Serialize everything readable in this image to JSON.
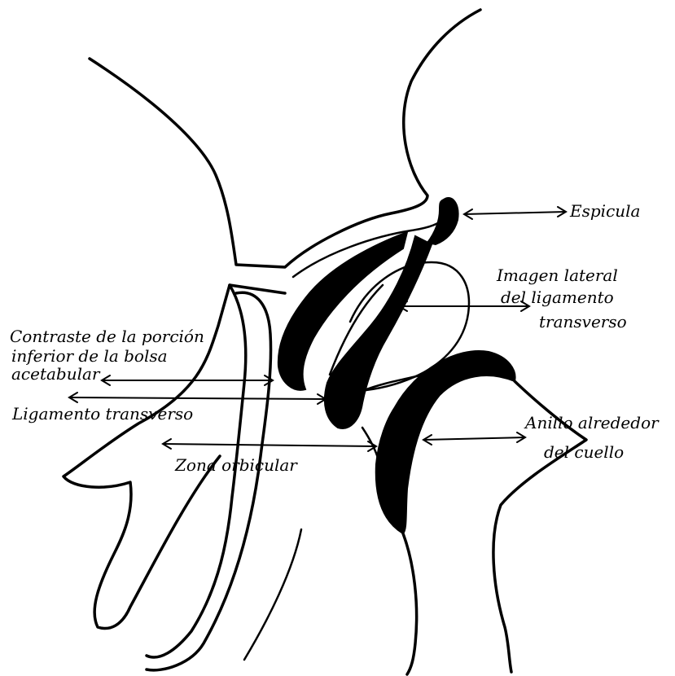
{
  "labels": {
    "espicula": "Espicula",
    "imagen_1": "Imagen lateral",
    "imagen_2": "del ligamento",
    "imagen_3": "transverso",
    "contraste_1": "Contraste de la porción",
    "contraste_2": "inferior de la bolsa",
    "contraste_3": "acetabular",
    "ligamento": "Ligamento transverso",
    "zona": "Zona orbicular",
    "anillo_1": "Anillo alrededor",
    "anillo_2": "del cuello"
  },
  "colors": {
    "ink": "#000000",
    "paper": "#ffffff"
  }
}
